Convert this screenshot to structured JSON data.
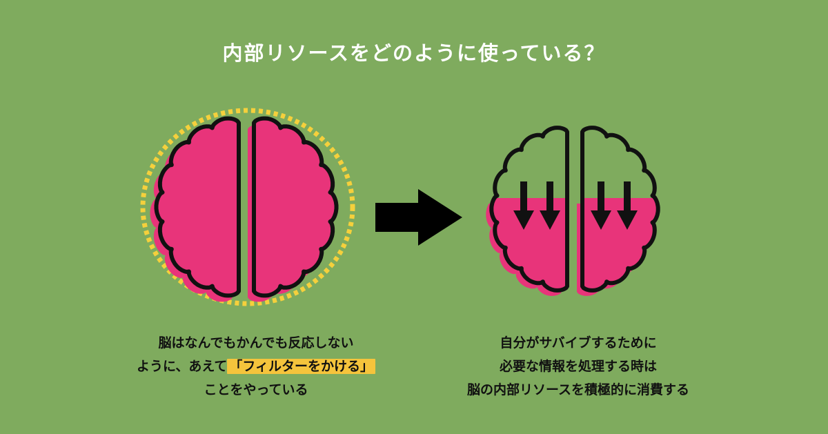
{
  "title": "内部リソースをどのように使っている？",
  "left_caption": {
    "line1": "脳はなんでもかんでも反応しない",
    "line2_pre": "ように、あえて",
    "line2_highlight": "「フィルターをかける」",
    "line3": "ことをやっている"
  },
  "right_caption": {
    "line1": "自分がサバイブするために",
    "line2": "必要な情報を処理する時は",
    "line3": "脳の内部リソースを積極的に消費する"
  },
  "colors": {
    "background": "#7fab5e",
    "brain_fill": "#e8347a",
    "shadow": "#e8347a",
    "outline": "#111111",
    "filter_ring": "#f5d03c",
    "highlight": "#f5c43c"
  }
}
